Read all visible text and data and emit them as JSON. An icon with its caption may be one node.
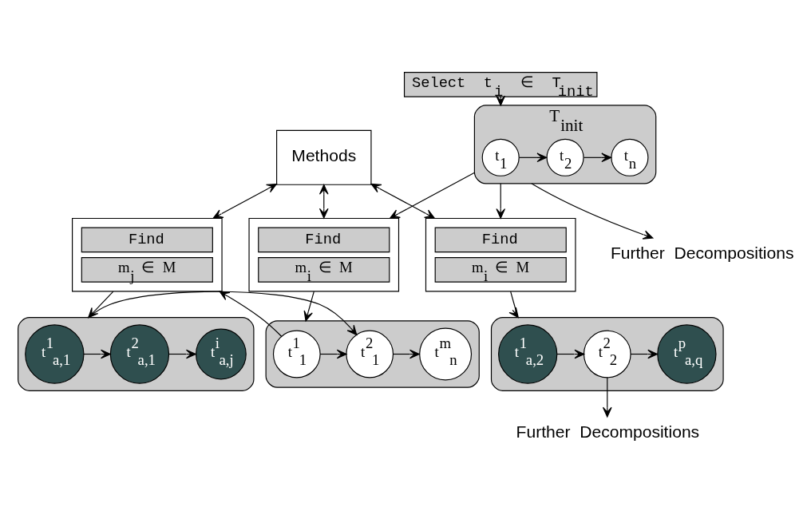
{
  "diagram": {
    "nodes": [
      {
        "text": [
          "Select t$_{i}$ ∈ T$_{init}$"
        ]
      },
      {
        "text": [
          "Methods"
        ]
      },
      {
        "text": [
          "T$_{init}$"
        ]
      },
      {
        "text": [
          "t$_{1}$"
        ],
        "in": 2
      },
      {
        "text": [
          "t$_{2}$"
        ],
        "in": 2
      },
      {
        "text": [
          "t$_{n}$"
        ],
        "in": 2
      },
      {
        "text": [
          "Find",
          "m$_{i}$ ∈ M"
        ]
      },
      {
        "text": [
          "Find",
          "m$_{i}$ ∈ M"
        ]
      },
      {
        "text": [],
        "shape": "box"
      },
      {
        "text": [
          "t$^{1}$$_{1}$"
        ],
        "in": 8
      },
      {
        "text": [
          "t$^{2}$$_{1}$"
        ],
        "in": 8
      },
      {
        "text": [
          "t$^{m}$$_{n}$"
        ],
        "in": 8
      },
      {
        "text": [
          "Find",
          "m$_{j}$ ∈ M"
        ]
      },
      {
        "text": [],
        "shape": "box"
      },
      {
        "text": [
          "t$^{1}$$_{a,1}$"
        ],
        "in": 13
      },
      {
        "text": [
          "t$^{2}$$_{a,1}$"
        ],
        "in": 13
      },
      {
        "text": [
          "t$^{i}$$_{a,j}$"
        ],
        "in": 13
      },
      {
        "text": [
          "Further Decompositions"
        ]
      },
      {
        "text": [],
        "shape": "box"
      },
      {
        "text": [
          "t$^{1}$$_{a,2}$"
        ],
        "in": 18
      },
      {
        "text": [
          "t$^{2}$$_{2}$"
        ],
        "in": 18
      },
      {
        "text": [
          "t$^{p}$$_{a,q}$"
        ],
        "in": 18
      },
      {
        "text": [
          "Further Decompositions"
        ]
      }
    ],
    "edges": [
      {
        "from": 0,
        "to": 2,
        "arrow": "to"
      },
      {
        "from": 1,
        "to": 7,
        "arrow": "both"
      },
      {
        "from": 3,
        "to": 4,
        "arrow": "to"
      },
      {
        "from": 4,
        "to": 5,
        "arrow": "to"
      },
      {
        "from": 2,
        "to": 6,
        "arrow": "to"
      },
      {
        "from": 2,
        "to": 7,
        "arrow": "to"
      },
      {
        "from": 2,
        "to": 17,
        "arrow": "to"
      },
      {
        "from": 1,
        "to": 6,
        "arrow": "both"
      },
      {
        "from": 1,
        "to": 12,
        "arrow": "both"
      },
      {
        "from": 6,
        "to": 8,
        "arrow": "to"
      },
      {
        "from": 9,
        "to": 10,
        "arrow": "to"
      },
      {
        "from": 10,
        "to": 11,
        "arrow": "to"
      },
      {
        "from": 9,
        "to": 12,
        "arrow": "to"
      },
      {
        "from": 12,
        "to": 13,
        "arrow": "to"
      },
      {
        "from": 13,
        "to": 10,
        "arrow": "to"
      },
      {
        "from": 14,
        "to": 15,
        "arrow": "to"
      },
      {
        "from": 15,
        "to": 16,
        "arrow": "to"
      },
      {
        "from": 7,
        "to": 18,
        "arrow": "to"
      },
      {
        "from": 19,
        "to": 20,
        "arrow": "to"
      },
      {
        "from": 20,
        "to": 21,
        "arrow": "to"
      },
      {
        "from": 20,
        "to": 22,
        "arrow": "to"
      }
    ]
  }
}
